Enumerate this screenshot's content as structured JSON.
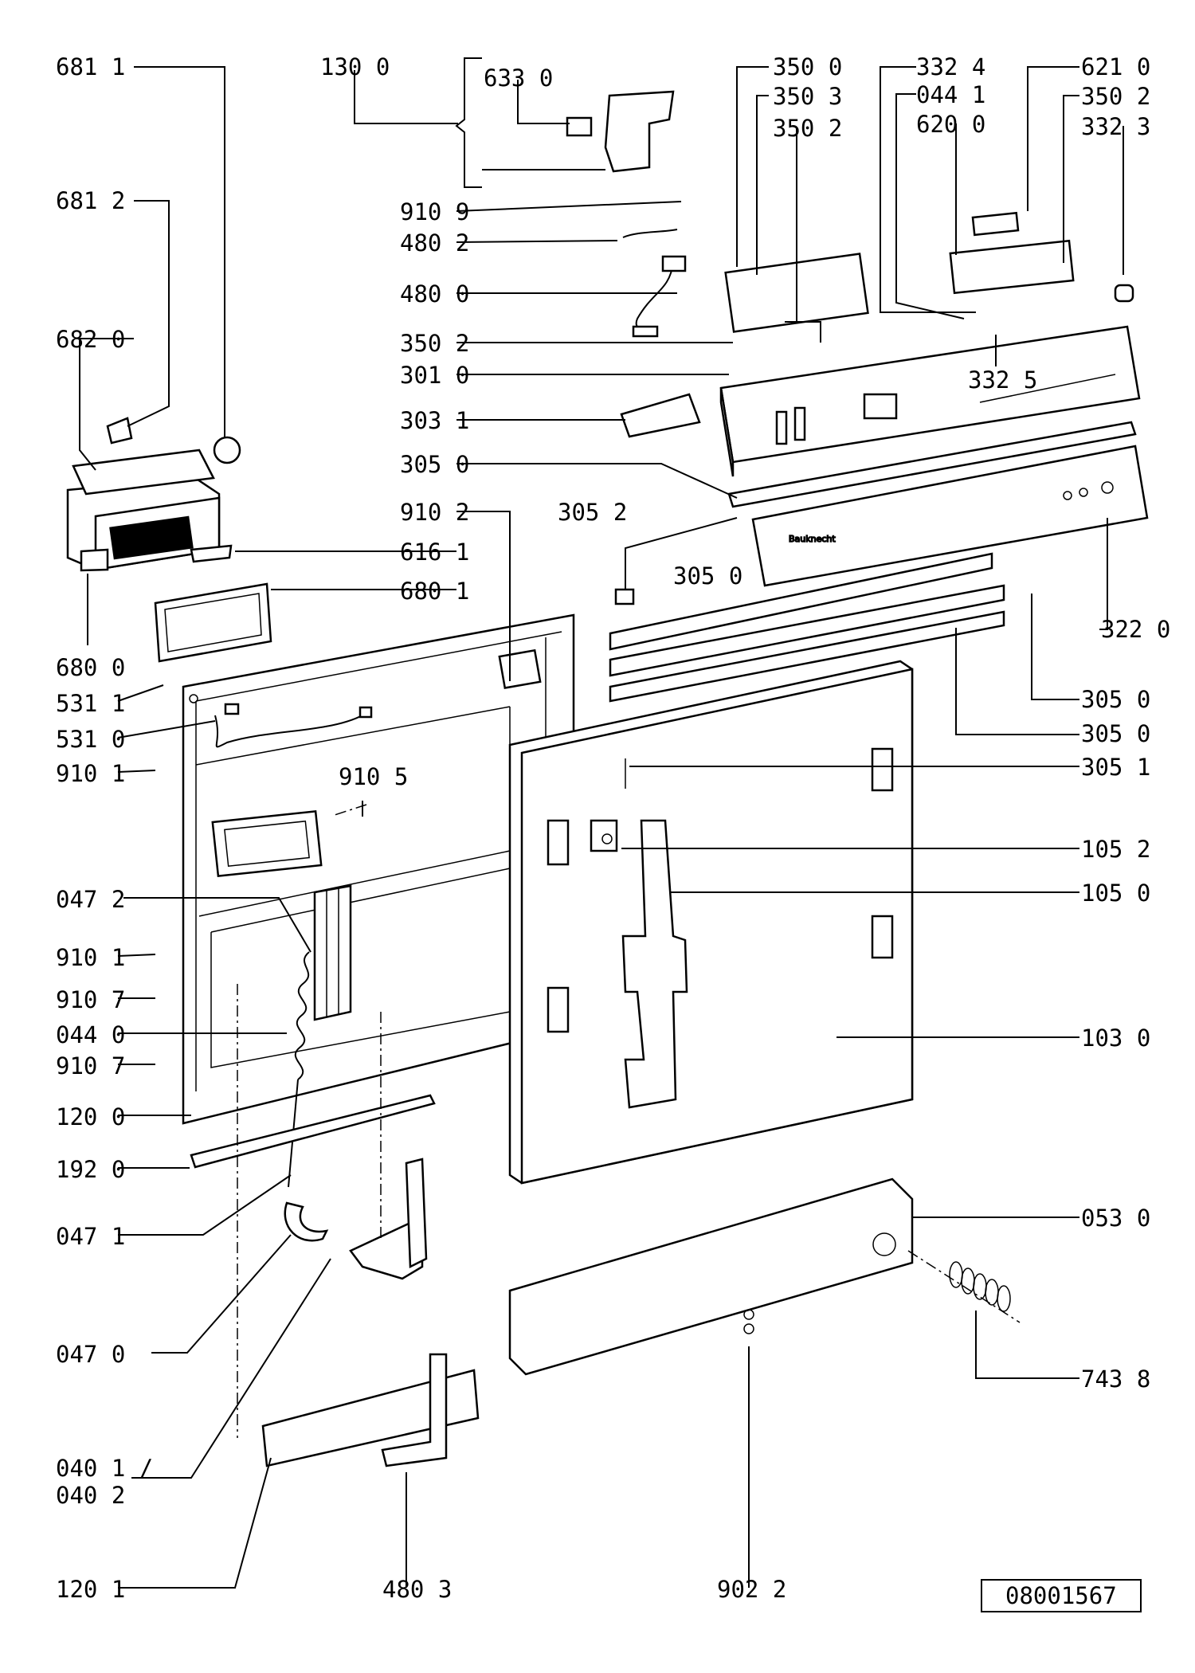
{
  "document_code": "08001567",
  "labels": [
    "681 1",
    "681 2",
    "682 0",
    "680 0",
    "531 1",
    "531 0",
    "910 1",
    "047 2",
    "910 1",
    "910 7",
    "044 0",
    "910 7",
    "120 0",
    "192 0",
    "047 1",
    "047 0",
    "040 1 /",
    "040 2",
    "120 1",
    "130 0",
    "633 0",
    "910 9",
    "480 2",
    "480 0",
    "350 2",
    "301 0",
    "303 1",
    "305 0",
    "910 2",
    "616 1",
    "680 1",
    "910 5",
    "305 2",
    "305 0",
    "480 3",
    "902 2",
    "350 0",
    "350 3",
    "350 2",
    "332 4",
    "044 1",
    "620 0",
    "621 0",
    "350 2",
    "332 3",
    "332 5",
    "322 0",
    "305 0",
    "305 0",
    "305 1",
    "105 2",
    "105 0",
    "103 0",
    "053 0",
    "743 8"
  ]
}
